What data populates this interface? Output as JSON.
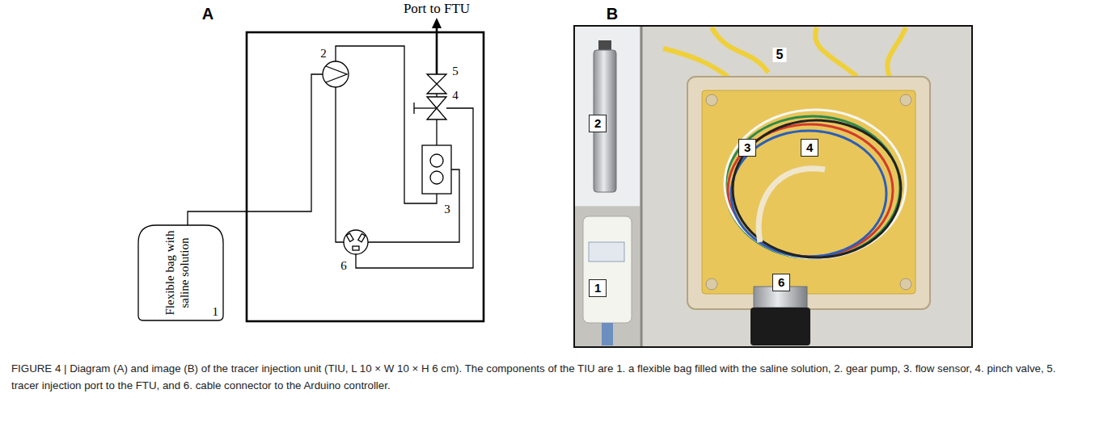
{
  "diagram": {
    "caption": "FIGURE 4 | Diagram (A) and image (B) of the tracer injection unit (TIU, L 10 × W 10 × H 6 cm). The components of the TIU are 1. a flexible bag filled with the saline solution, 2. gear pump, 3. flow sensor, 4. pinch valve, 5. tracer injection port to the FTU, and 6. cable connector to the Arduino controller.",
    "nodes": [
      {
        "text": [
          "Flexible bag with saline solution",
          "1"
        ]
      },
      {
        "text": [
          "2"
        ]
      },
      {
        "text": [
          "3"
        ]
      },
      {
        "text": [
          "4"
        ]
      },
      {
        "text": [
          "1"
        ]
      },
      {
        "text": [
          "6"
        ]
      }
    ],
    "labels": [
      "A",
      "Port to FTU",
      "B",
      "2",
      "5",
      "4",
      "3",
      "6",
      "5"
    ]
  }
}
